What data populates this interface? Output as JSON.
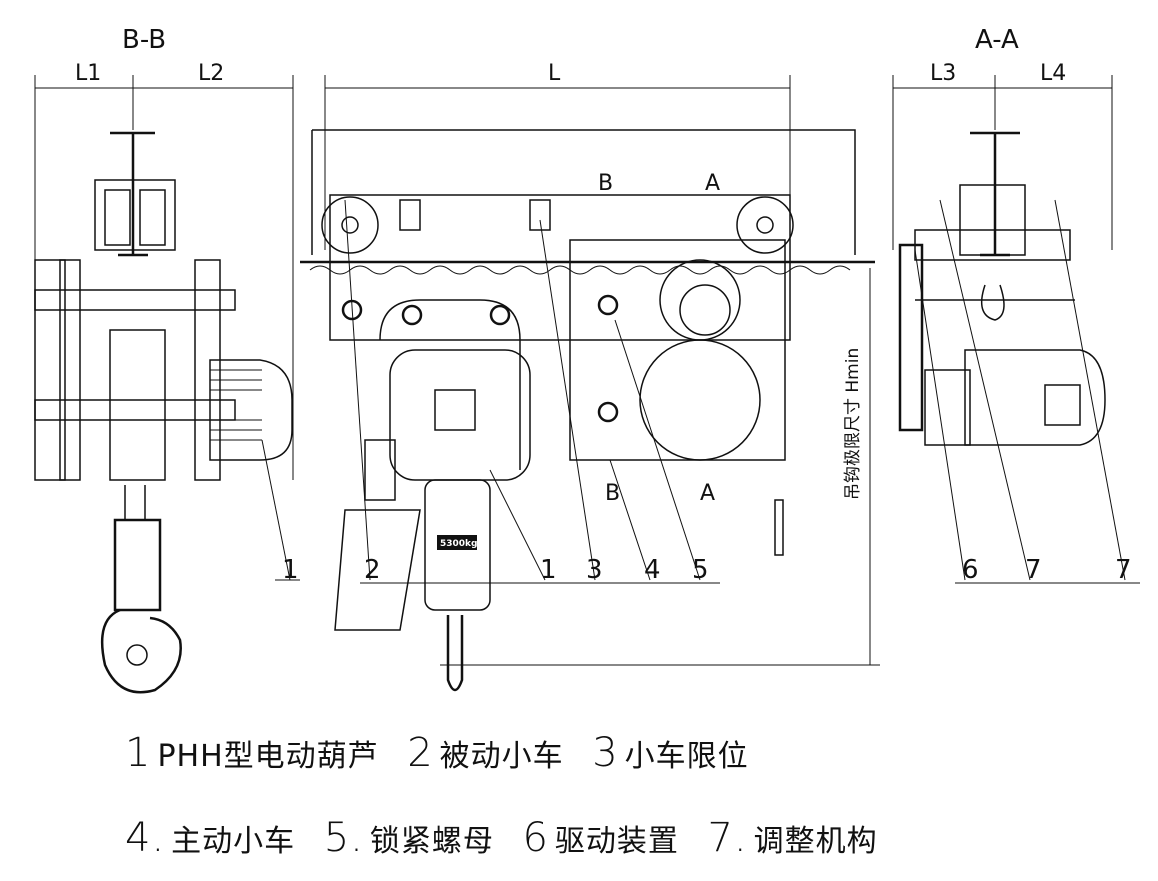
{
  "drawing": {
    "section_bb": "B-B",
    "section_aa": "A-A",
    "dimensions": {
      "l1": "L1",
      "l2": "L2",
      "l": "L",
      "l3": "L3",
      "l4": "L4",
      "hmin_label": "吊钩极限尺寸 Hmin"
    },
    "section_marks": {
      "b_top": "B",
      "a_top": "A",
      "b_bottom": "B",
      "a_bottom": "A"
    },
    "load_plate": "5300kg",
    "callouts": [
      "1",
      "2",
      "1",
      "3",
      "4",
      "5",
      "6",
      "7",
      "7"
    ]
  },
  "legend": {
    "row1": [
      {
        "num": "1",
        "text": "PHH型电动葫芦"
      },
      {
        "num": "2",
        "text": "被动小车"
      },
      {
        "num": "3",
        "text": "小车限位"
      }
    ],
    "row2": [
      {
        "num": "4.",
        "text": "主动小车"
      },
      {
        "num": "5.",
        "text": "锁紧螺母"
      },
      {
        "num": "6",
        "text": "驱动装置"
      },
      {
        "num": "7.",
        "text": "调整机构"
      }
    ]
  }
}
